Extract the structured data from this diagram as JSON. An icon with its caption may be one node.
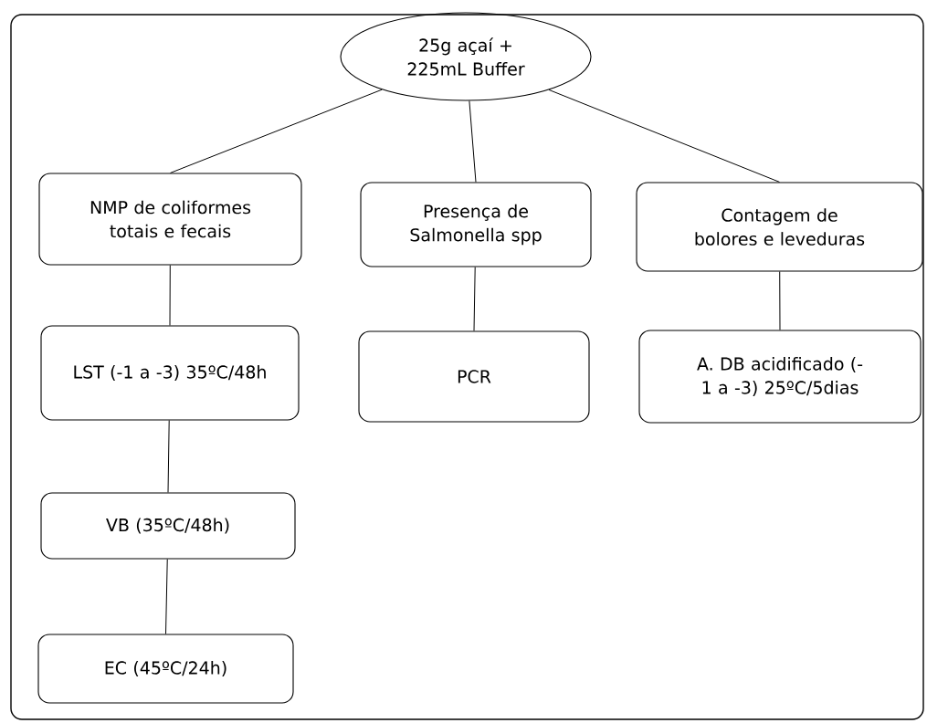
{
  "diagram": {
    "nodes": [
      {
        "text": [
          "25g açaí + 225mL Buffer"
        ]
      },
      {
        "text": [
          "NMP de coliformes totais e fecais"
        ]
      },
      {
        "text": [
          "Presença de Salmonella spp"
        ]
      },
      {
        "text": [
          "Contagem de bolores e leveduras"
        ]
      },
      {
        "text": [
          "LST (-1 a -3) 35ºC/48h"
        ]
      },
      {
        "text": [
          "PCR"
        ]
      },
      {
        "text": [
          "A. DB acidificado (-1 a -3) 25ºC/5dias"
        ]
      },
      {
        "text": [
          "VB (35ºC/48h)"
        ]
      },
      {
        "text": [
          "EC (45ºC/24h)"
        ]
      }
    ],
    "edges": [
      {
        "from": 0,
        "to": 1,
        "arrow": "none"
      },
      {
        "from": 0,
        "to": 2,
        "arrow": "none"
      },
      {
        "from": 0,
        "to": 3,
        "arrow": "none"
      },
      {
        "from": 1,
        "to": 4,
        "arrow": "none"
      },
      {
        "from": 2,
        "to": 5,
        "arrow": "none"
      },
      {
        "from": 3,
        "to": 6,
        "arrow": "none"
      },
      {
        "from": 4,
        "to": 7,
        "arrow": "none"
      },
      {
        "from": 7,
        "to": 8,
        "arrow": "none"
      }
    ]
  }
}
